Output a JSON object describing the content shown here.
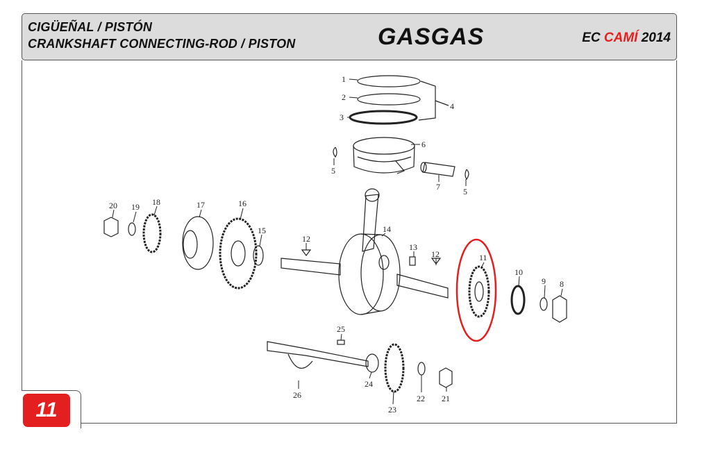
{
  "header": {
    "title_es": "CIGÜEÑAL / PISTÓN",
    "title_en": "CRANKSHAFT CONNECTING-ROD / PISTON",
    "brand": "GASGAS",
    "model_prefix": "EC ",
    "model_highlight": "CAMÍ",
    "model_year": " 2014"
  },
  "page_number": "11",
  "colors": {
    "accent": "#e41f1f",
    "header_bg": "#dcdcdc"
  },
  "diagram": {
    "labels": [
      "1",
      "2",
      "3",
      "4",
      "5",
      "6",
      "5",
      "7",
      "20",
      "19",
      "18",
      "17",
      "16",
      "15",
      "12",
      "14",
      "13",
      "12",
      "11",
      "10",
      "9",
      "8",
      "25",
      "24",
      "26",
      "23",
      "22",
      "21"
    ],
    "highlighted_part": "11"
  }
}
